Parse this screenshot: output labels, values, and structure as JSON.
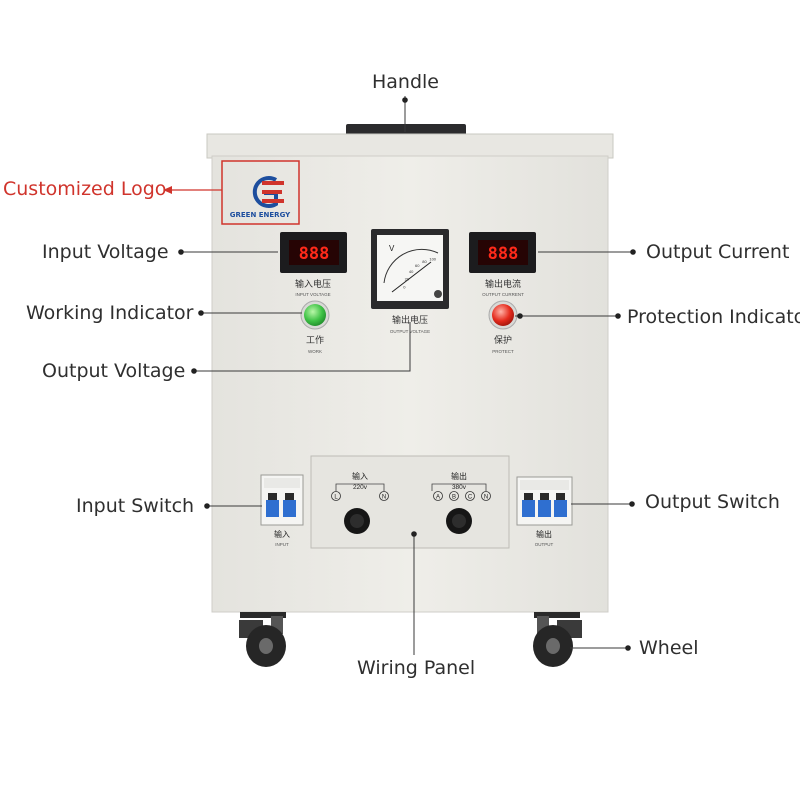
{
  "callouts": {
    "handle": "Handle",
    "customized_logo": "Customized Logo",
    "input_voltage": "Input Voltage",
    "working_indicator": "Working Indicator",
    "output_voltage": "Output Voltage",
    "input_switch": "Input Switch",
    "wiring_panel": "Wiring Panel",
    "output_current": "Output Current",
    "protection_indicator": "Protection Indicator",
    "output_switch": "Output Switch",
    "wheel": "Wheel"
  },
  "device": {
    "logo_text": "GREEN ENERGY",
    "input_display": {
      "digits": "888",
      "label_cn": "输入电压",
      "label_en": "INPUT VOLTAGE"
    },
    "output_display": {
      "digits": "888",
      "label_cn": "输出电流",
      "label_en": "OUTPUT CURRENT"
    },
    "meter": {
      "unit": "V",
      "label_cn": "输出电压",
      "label_en": "OUTPUT VOLTAGE",
      "scale": [
        "0",
        "20",
        "40",
        "60",
        "80",
        "100"
      ]
    },
    "work_lamp": {
      "label_cn": "工作",
      "label_en": "WORK"
    },
    "protect_lamp": {
      "label_cn": "保护",
      "label_en": "PROTECT"
    },
    "panel_input": {
      "title_cn": "输入",
      "voltage": "220v",
      "terminals": [
        "L",
        "N"
      ]
    },
    "panel_output": {
      "title_cn": "输出",
      "voltage": "380v",
      "terminals": [
        "A",
        "B",
        "C",
        "N"
      ]
    },
    "input_breaker": {
      "label_cn": "输入",
      "label_en": "INPUT"
    },
    "output_breaker": {
      "label_cn": "输出",
      "label_en": "OUTPUT"
    }
  },
  "colors": {
    "callout_accent": "#d0342c",
    "cabinet": "#ecebe6",
    "green_lamp": "#39c44a",
    "red_lamp": "#e02a1c",
    "led_digits": "#ff2a1a"
  }
}
